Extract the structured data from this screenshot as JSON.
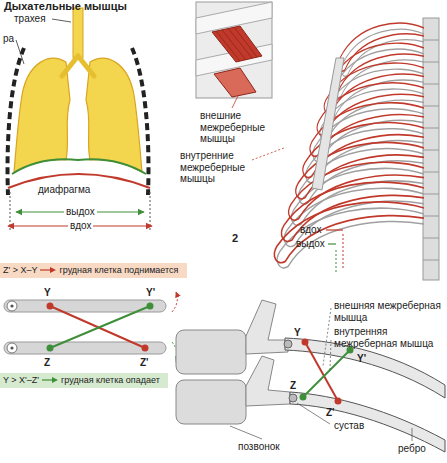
{
  "diagram": {
    "title": "Дыхательные мышцы",
    "nodes": [
      {
        "text": [
          "Z' > X–Y",
          "грудная клетка поднимается"
        ]
      },
      {
        "text": [
          "Y > X'–Z'",
          "грудная клетка опадает"
        ]
      }
    ],
    "labels": [
      "трахея",
      "ра",
      "диафрагма",
      "выдох",
      "вдох",
      "внешние межреберные мышцы",
      "внутренние межреберные мышцы",
      "2",
      "вдох",
      "выдох",
      "Y",
      "Y'",
      "Z",
      "Z'",
      "внешняя межреберная мышца",
      "внутренняя межреберная мышца",
      "Y",
      "Y'",
      "Z",
      "Z'",
      "позвонок",
      "сустав",
      "ребро"
    ]
  }
}
